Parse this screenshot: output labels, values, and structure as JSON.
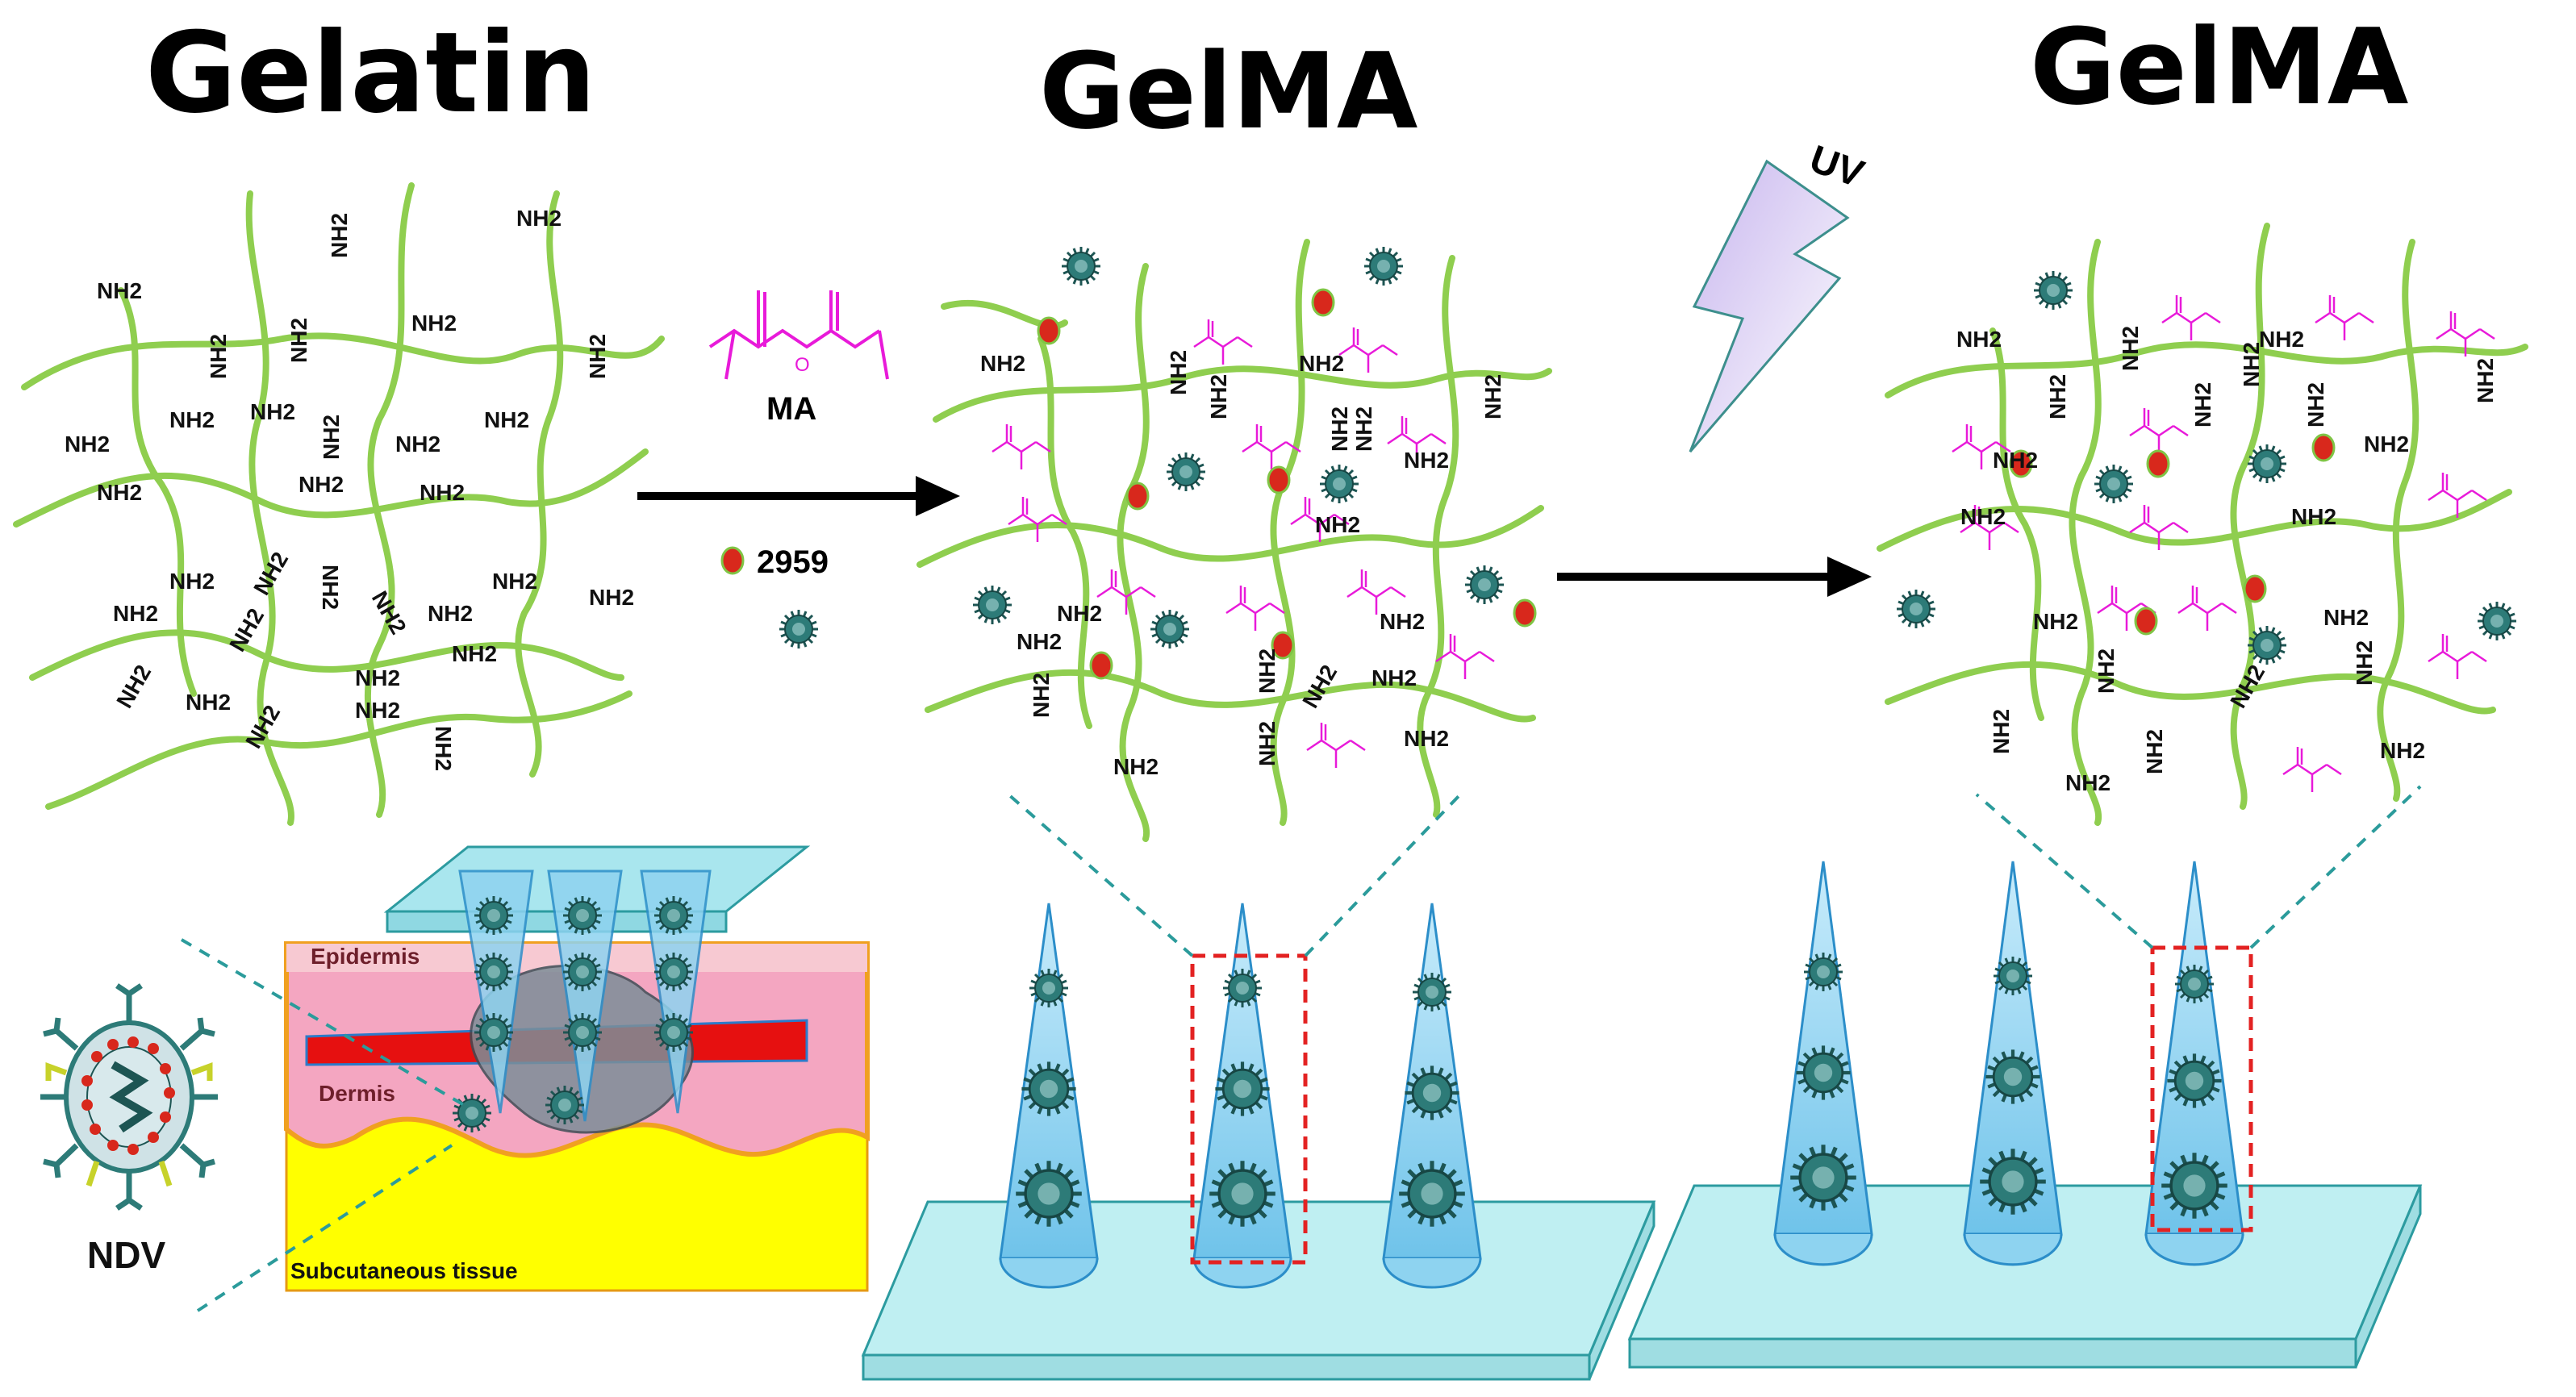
{
  "titles": {
    "gelatin": "Gelatin",
    "gelma_1": "GelMA",
    "gelma_2": "GelMA"
  },
  "reagents": {
    "ma": "MA",
    "photoinitiator": "2959"
  },
  "uv_label": "UV",
  "amine_label": "NH2",
  "skin": {
    "epidermis": "Epidermis",
    "dermis": "Dermis",
    "subcutaneous": "Subcutaneous tissue"
  },
  "virus_label": "NDV",
  "colors": {
    "polymer_chain": "#8fce4f",
    "methacrylate": "#e81ad9",
    "virus": "#2d7b78",
    "photoinitiator": "#d8281c",
    "needle": "#8ed3f0",
    "needle_edge": "#2c8ec9",
    "base_plate": "#bfeff2",
    "epidermis": "#f7c9d2",
    "dermis": "#f4a6c1",
    "subcutaneous": "#ffff00",
    "uv_bolt": "#b39ee0"
  }
}
